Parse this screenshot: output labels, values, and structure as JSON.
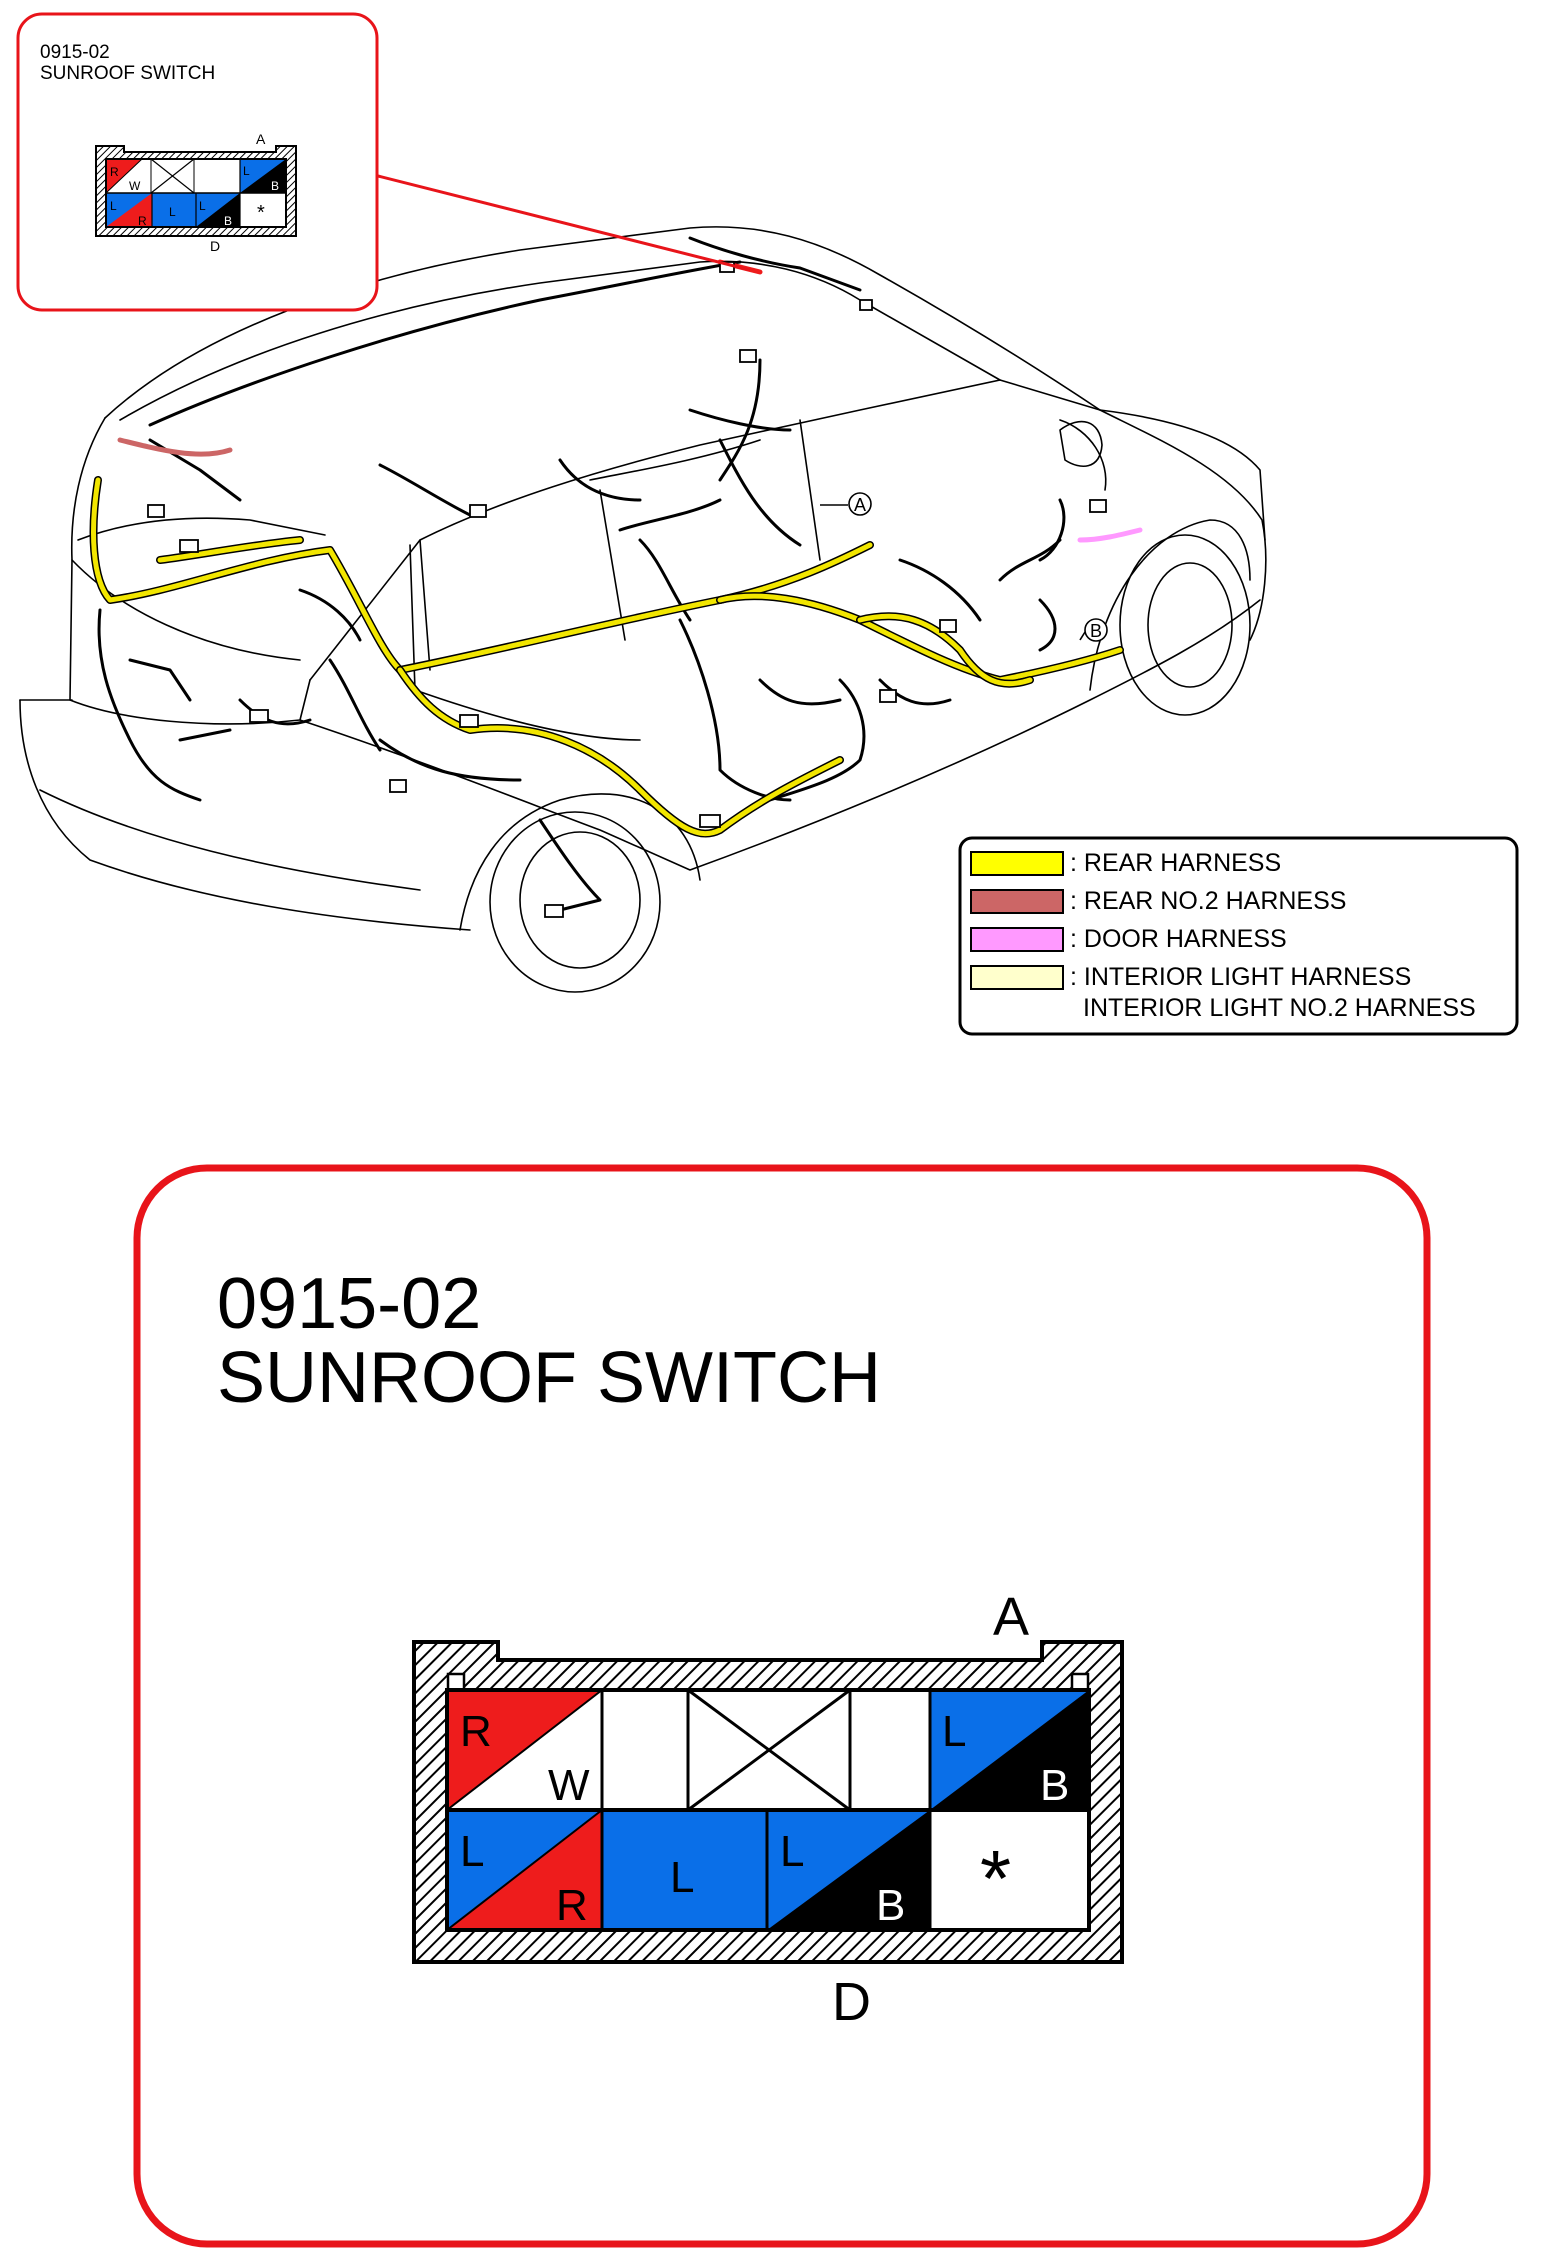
{
  "callout_small": {
    "code": "0915-02",
    "title": "SUNROOF SWITCH",
    "end_label_top": "A",
    "end_label_bottom": "D",
    "cells": {
      "r1c1_a": "R",
      "r1c1_b": "W",
      "r1c3_a": "L",
      "r1c3_b": "B",
      "r2c1_a": "L",
      "r2c1_b": "R",
      "r2c2": "L",
      "r2c3_a": "L",
      "r2c3_b": "B",
      "r2c4": "*"
    }
  },
  "callout_large": {
    "code": "0915-02",
    "title": "SUNROOF SWITCH",
    "end_label_top": "A",
    "end_label_bottom": "D",
    "cells": {
      "r1c1_a": "R",
      "r1c1_b": "W",
      "r1c3_a": "L",
      "r1c3_b": "B",
      "r2c1_a": "L",
      "r2c1_b": "R",
      "r2c2": "L",
      "r2c3_a": "L",
      "r2c3_b": "B",
      "r2c4": "*"
    }
  },
  "markers": {
    "a": "A",
    "b": "B"
  },
  "legend": {
    "items": [
      {
        "label": ": REAR HARNESS",
        "color": "#ffff00"
      },
      {
        "label": ": REAR NO.2 HARNESS",
        "color": "#cc6666"
      },
      {
        "label": ": DOOR HARNESS",
        "color": "#ff99ff"
      },
      {
        "label": ": INTERIOR LIGHT HARNESS",
        "label2": "INTERIOR LIGHT NO.2 HARNESS",
        "color": "#ffffcc"
      }
    ]
  },
  "colors": {
    "callout_border": "#e8141a",
    "wire_red": "#ee1c1c",
    "wire_blue": "#0a6fe8",
    "wire_black": "#000000",
    "harness_yellow": "#f2e600"
  }
}
